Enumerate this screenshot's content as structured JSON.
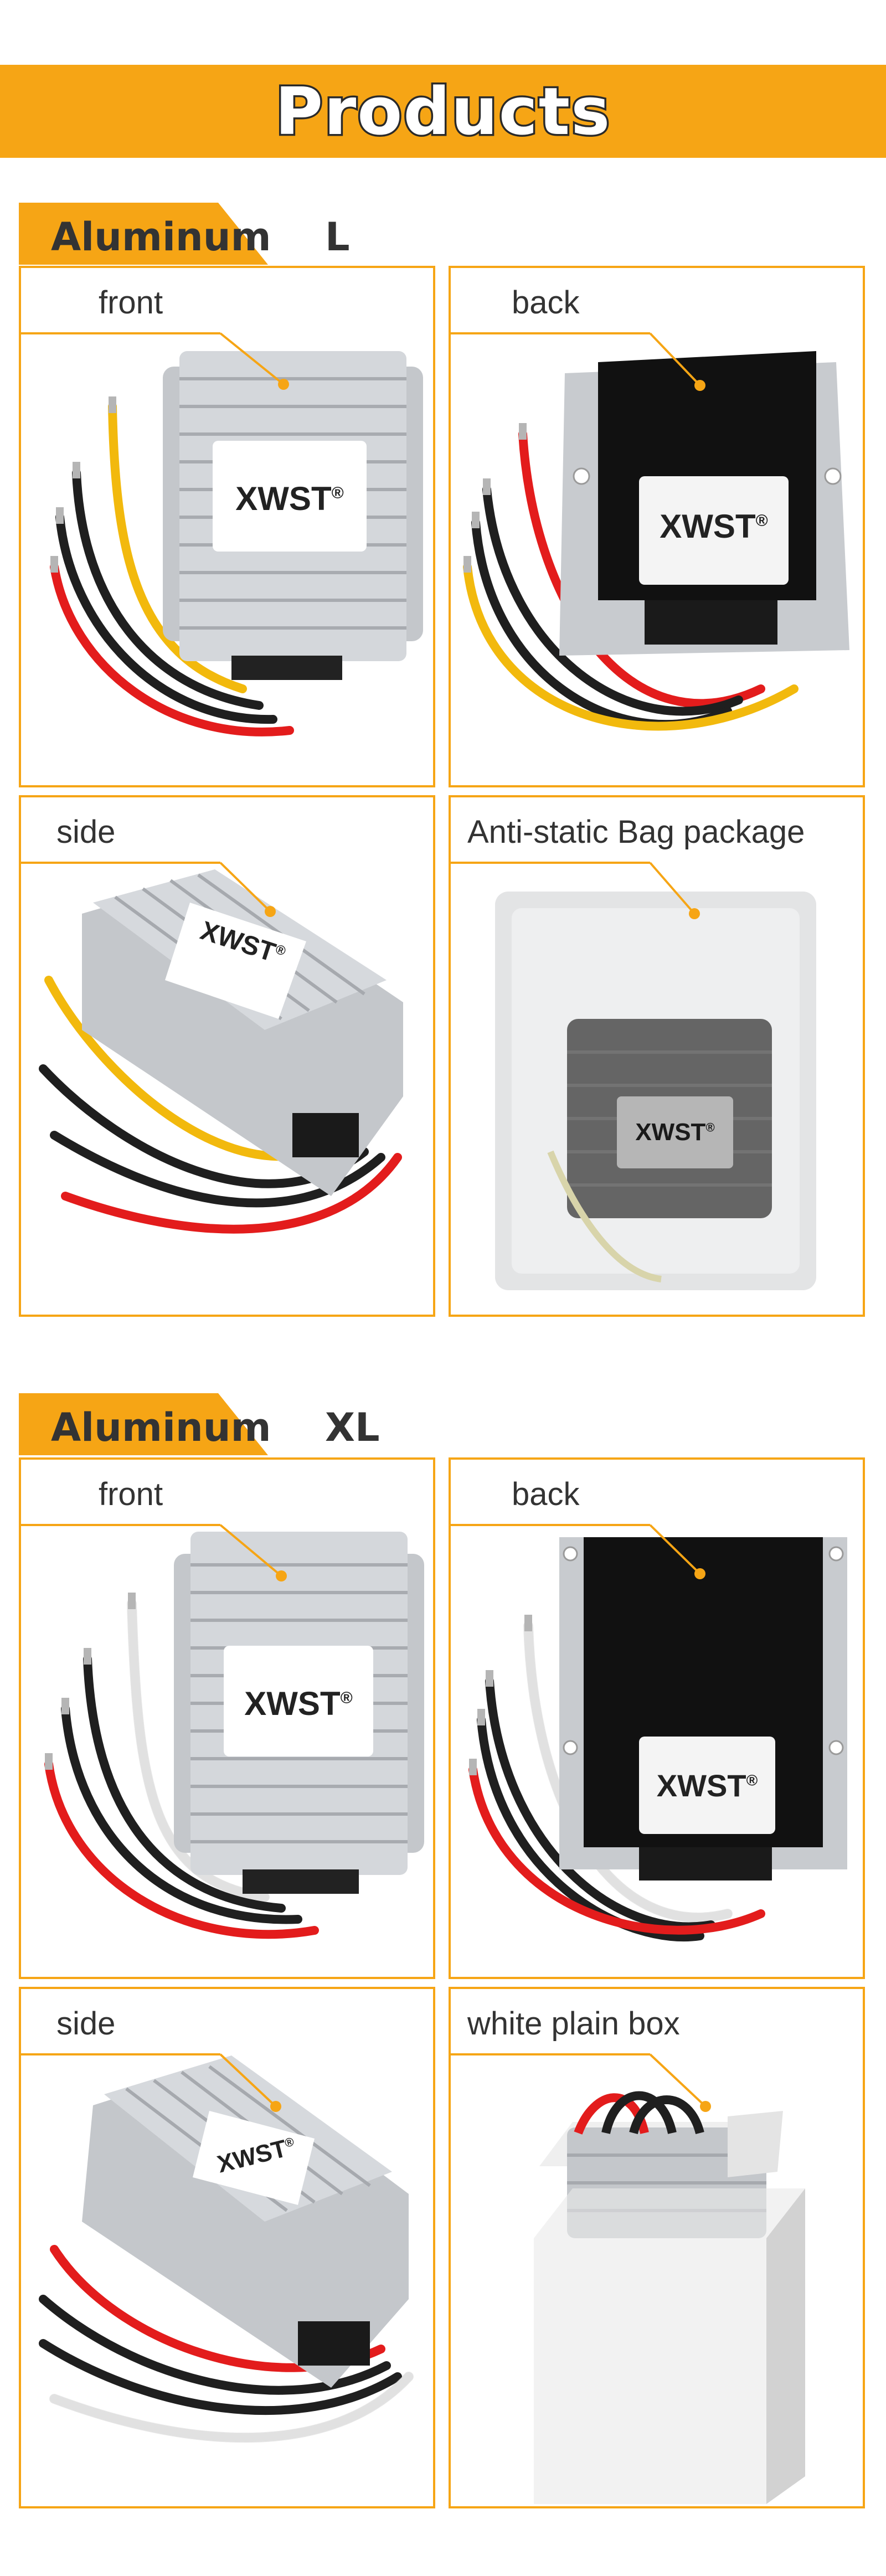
{
  "banner": {
    "title": "Products"
  },
  "sections": [
    {
      "title": "Aluminum    L",
      "panels": [
        {
          "caption": "front"
        },
        {
          "caption": "back"
        },
        {
          "caption": "side"
        },
        {
          "caption": "Anti-static Bag package"
        }
      ]
    },
    {
      "title": "Aluminum    XL",
      "panels": [
        {
          "caption": "front"
        },
        {
          "caption": "back"
        },
        {
          "caption": "side"
        },
        {
          "caption": "white plain box"
        }
      ]
    }
  ],
  "brand": {
    "label": "XWST",
    "mark": "®"
  },
  "colors": {
    "accent": "#f6a515",
    "heading": "#333333",
    "wire_red": "#e31c1c",
    "wire_black": "#1f1f1f",
    "wire_yellow": "#f2b90d",
    "wire_white": "#f4f4f4",
    "aluminum": "#c4c7cb",
    "black_body": "#111111"
  },
  "icons": [
    "leader-dot-icon"
  ]
}
